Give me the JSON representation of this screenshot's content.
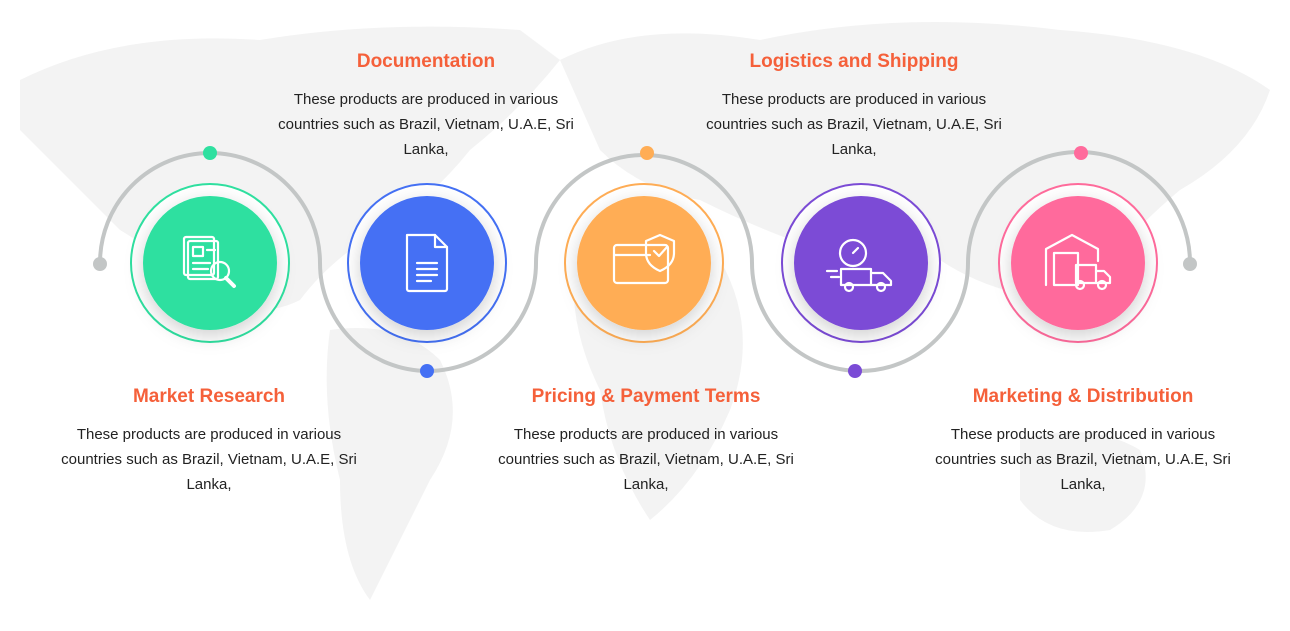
{
  "colors": {
    "title": "#f5603a",
    "track": "#c3c6c6"
  },
  "steps": [
    {
      "title": "Market Research",
      "desc": "These products are produced in various countries such as Brazil, Vietnam, U.A.E, Sri Lanka,",
      "color": "#2fe0a0",
      "icon": "document-search-icon"
    },
    {
      "title": "Documentation",
      "desc": "These products are produced in various countries such as Brazil, Vietnam, U.A.E, Sri Lanka,",
      "color": "#4470f4",
      "icon": "document-icon"
    },
    {
      "title": "Pricing & Payment Terms",
      "desc": "These products are produced in various countries such as Brazil, Vietnam, U.A.E, Sri Lanka,",
      "color": "#ffad55",
      "icon": "card-shield-icon"
    },
    {
      "title": "Logistics and Shipping",
      "desc": "These products are produced in various countries such as Brazil, Vietnam, U.A.E, Sri Lanka,",
      "color": "#7b4bd6",
      "icon": "fast-delivery-truck-icon"
    },
    {
      "title": "Marketing & Distribution",
      "desc": "These products are produced in various countries such as Brazil, Vietnam, U.A.E, Sri Lanka,",
      "color": "#ff6b9c",
      "icon": "warehouse-truck-icon"
    }
  ]
}
